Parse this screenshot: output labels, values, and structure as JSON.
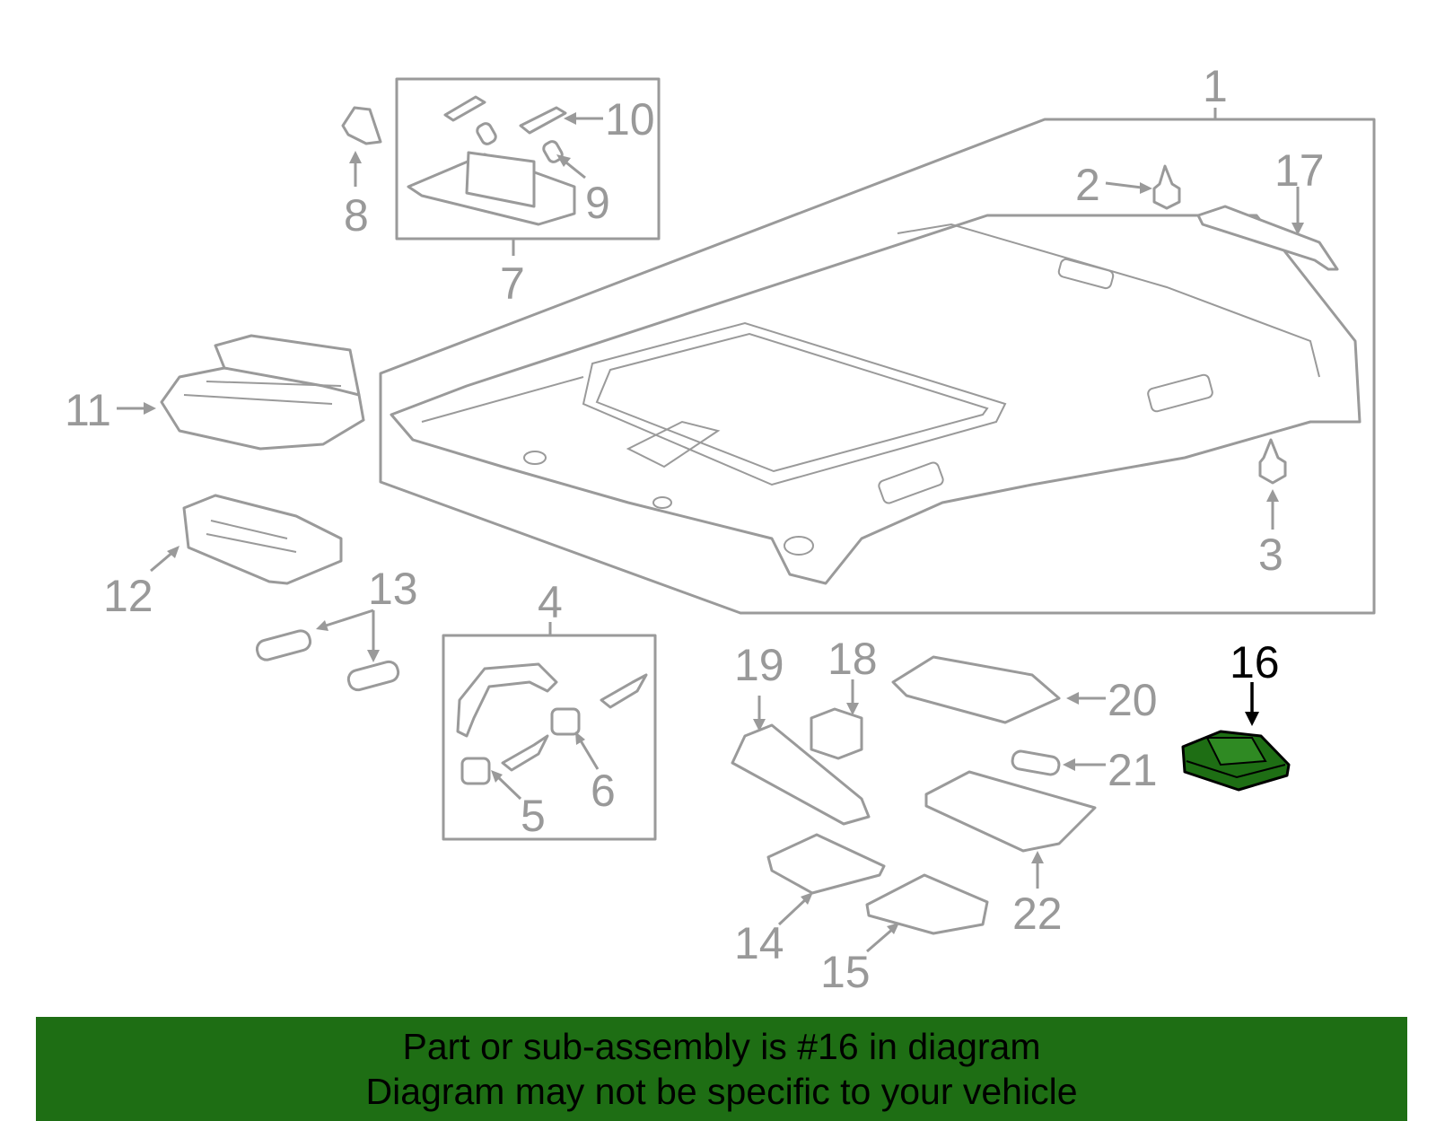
{
  "callouts": {
    "c1": "1",
    "c2": "2",
    "c3": "3",
    "c4": "4",
    "c5": "5",
    "c6": "6",
    "c7": "7",
    "c8": "8",
    "c9": "9",
    "c10": "10",
    "c11": "11",
    "c12": "12",
    "c13": "13",
    "c14": "14",
    "c15": "15",
    "c16": "16",
    "c17": "17",
    "c18": "18",
    "c19": "19",
    "c20": "20",
    "c21": "21",
    "c22": "22"
  },
  "highlight": {
    "part_number": "16",
    "color": "#1e6e14"
  },
  "banner": {
    "line1": "Part or sub-assembly is #16 in diagram",
    "line2": "Diagram may not be specific to your vehicle",
    "background": "#1e6e14"
  }
}
